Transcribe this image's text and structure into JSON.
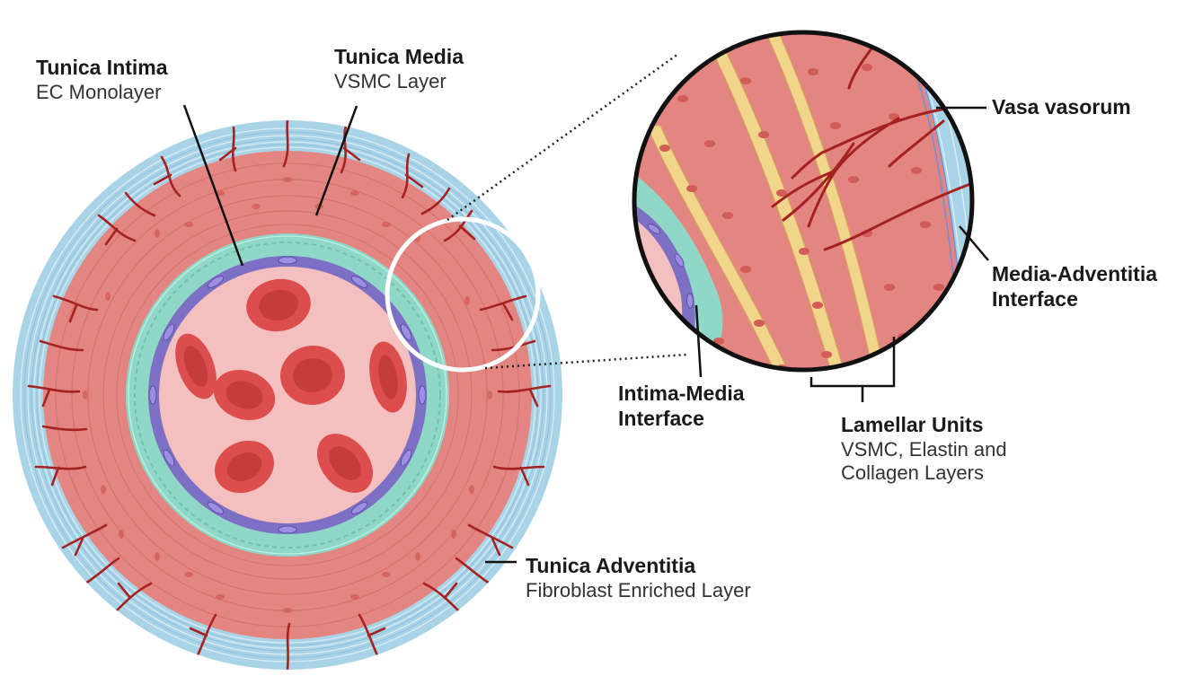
{
  "labels": {
    "tunica_intima": {
      "title": "Tunica Intima",
      "subtitle": "EC Monolayer"
    },
    "tunica_media": {
      "title": "Tunica Media",
      "subtitle": "VSMC Layer"
    },
    "tunica_adventitia": {
      "title": "Tunica Adventitia",
      "subtitle": "Fibroblast Enriched Layer"
    },
    "vasa_vasorum": {
      "title": "Vasa vasorum"
    },
    "media_adventitia": {
      "line1": "Media-Adventitia",
      "line2": "Interface"
    },
    "intima_media": {
      "line1": "Intima-Media",
      "line2": "Interface"
    },
    "lamellar_units": {
      "title": "Lamellar Units",
      "line1": "VSMC, Elastin and",
      "line2": "Collagen Layers"
    }
  },
  "colors": {
    "adventitia": "#a9d3e6",
    "media": "#e38580",
    "media_cell": "#d9605c",
    "vessel": "#a52222",
    "intima_teal": "#8fd7c7",
    "endothelium": "#7d70c4",
    "lumen": "#f3c0bf",
    "rbc": "#dc4e4e",
    "elastin": "#f0d58a"
  },
  "icons": [
    "red-blood-cell-icon",
    "endothelial-cell-icon",
    "smooth-muscle-cell-icon",
    "magnifier-ring-icon"
  ]
}
